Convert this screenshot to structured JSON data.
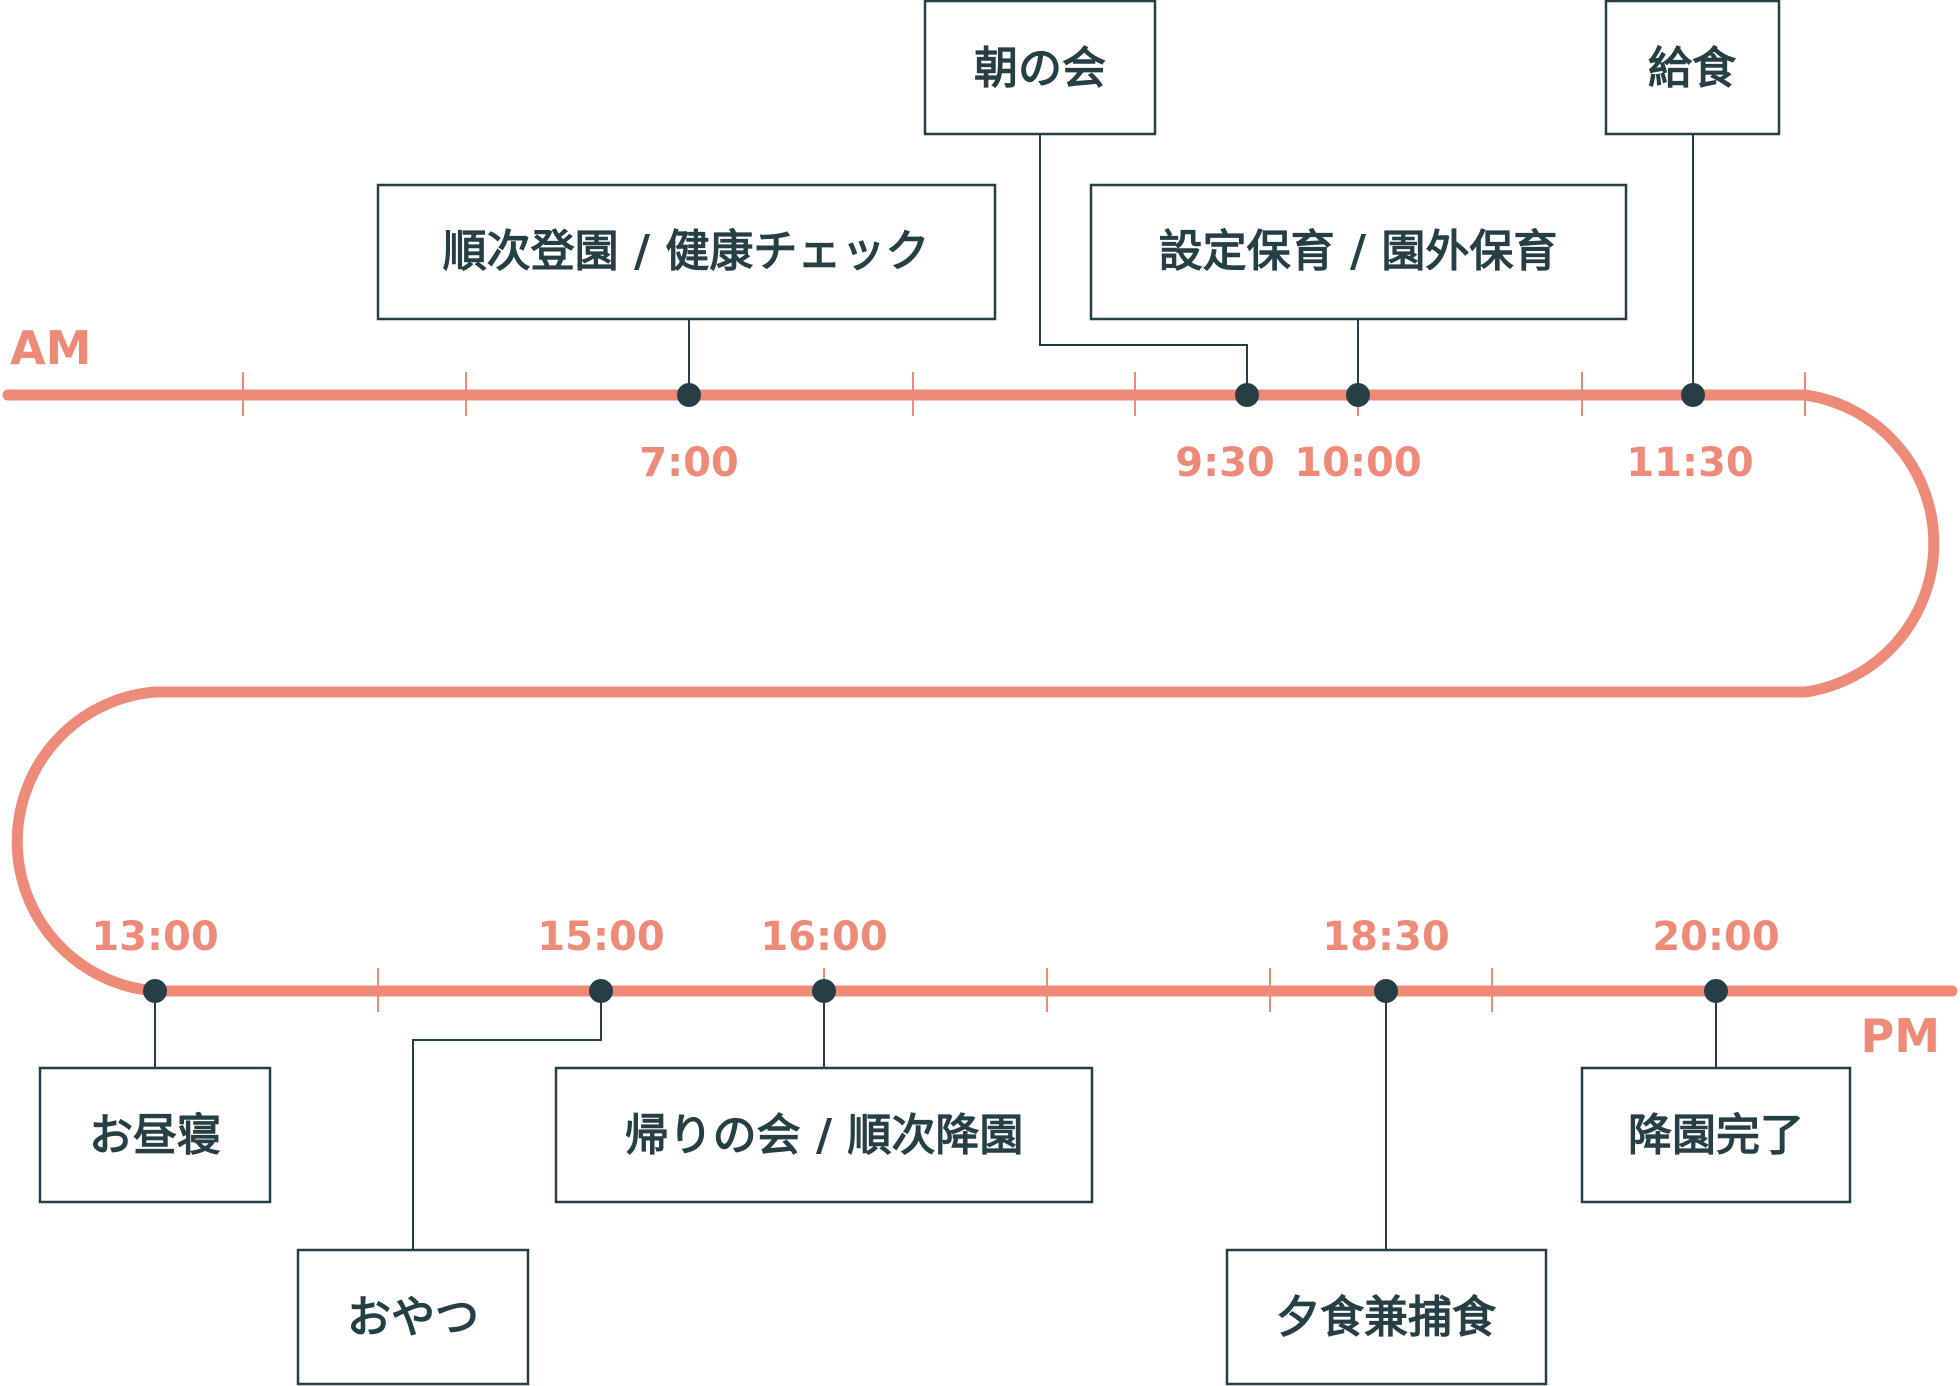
{
  "colors": {
    "track": "#ee8a78",
    "ink": "#263f45",
    "box_fill": "#ffffff"
  },
  "period_labels": {
    "am": "AM",
    "pm": "PM"
  },
  "am_events": [
    {
      "time": "7:00",
      "label": "順次登園 / 健康チェック"
    },
    {
      "time": "9:30",
      "label": "朝の会"
    },
    {
      "time": "10:00",
      "label": "設定保育 / 園外保育"
    },
    {
      "time": "11:30",
      "label": "給食"
    }
  ],
  "pm_events": [
    {
      "time": "13:00",
      "label": "お昼寝"
    },
    {
      "time": "15:00",
      "label": "おやつ"
    },
    {
      "time": "16:00",
      "label": "帰りの会 / 順次降園"
    },
    {
      "time": "18:30",
      "label": "夕食兼捕食"
    },
    {
      "time": "20:00",
      "label": "降園完了"
    }
  ]
}
